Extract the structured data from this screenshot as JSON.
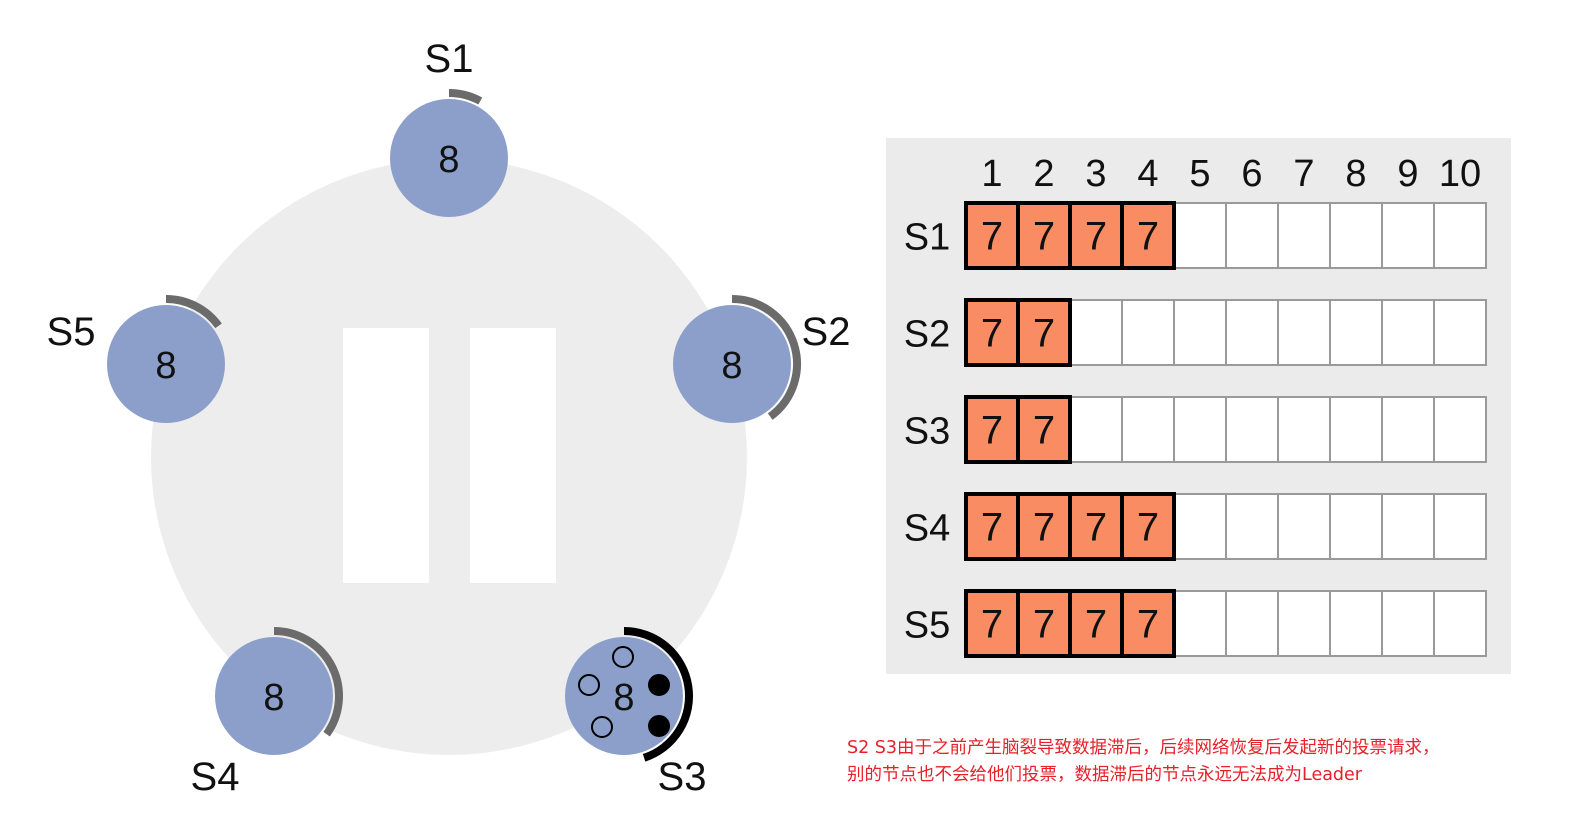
{
  "nodes": [
    {
      "id": "S1",
      "label": "S1",
      "term": "8",
      "timer": 0.08,
      "timer_color": "#6b6b6b",
      "candidate": false
    },
    {
      "id": "S2",
      "label": "S2",
      "term": "8",
      "timer": 0.4,
      "timer_color": "#6b6b6b",
      "candidate": false
    },
    {
      "id": "S3",
      "label": "S3",
      "term": "8",
      "timer": 0.45,
      "timer_color": "#000000",
      "candidate": true,
      "votes": [
        {
          "granted": false
        },
        {
          "granted": true
        },
        {
          "granted": true
        },
        {
          "granted": false
        },
        {
          "granted": false
        }
      ]
    },
    {
      "id": "S4",
      "label": "S4",
      "term": "8",
      "timer": 0.35,
      "timer_color": "#6b6b6b",
      "candidate": false
    },
    {
      "id": "S5",
      "label": "S5",
      "term": "8",
      "timer": 0.15,
      "timer_color": "#6b6b6b",
      "candidate": false
    }
  ],
  "colors": {
    "ring": "#ededed",
    "node_fill": "#8c9fcb",
    "log_panel": "#ebebeb",
    "entry_fill": "#f98c63",
    "empty_slot_border": "#9a9a9a",
    "caption": "#e8202a"
  },
  "log": {
    "columns": [
      "1",
      "2",
      "3",
      "4",
      "5",
      "6",
      "7",
      "8",
      "9",
      "10"
    ],
    "rows": [
      {
        "server": "S1",
        "entries": [
          "7",
          "7",
          "7",
          "7"
        ]
      },
      {
        "server": "S2",
        "entries": [
          "7",
          "7"
        ]
      },
      {
        "server": "S3",
        "entries": [
          "7",
          "7"
        ]
      },
      {
        "server": "S4",
        "entries": [
          "7",
          "7",
          "7",
          "7"
        ]
      },
      {
        "server": "S5",
        "entries": [
          "7",
          "7",
          "7",
          "7"
        ]
      }
    ]
  },
  "caption": {
    "line1": "S2 S3由于之前产生脑裂导致数据滞后，后续网络恢复后发起新的投票请求，",
    "line2": "别的节点也不会给他们投票，数据滞后的节点永远无法成为Leader"
  }
}
